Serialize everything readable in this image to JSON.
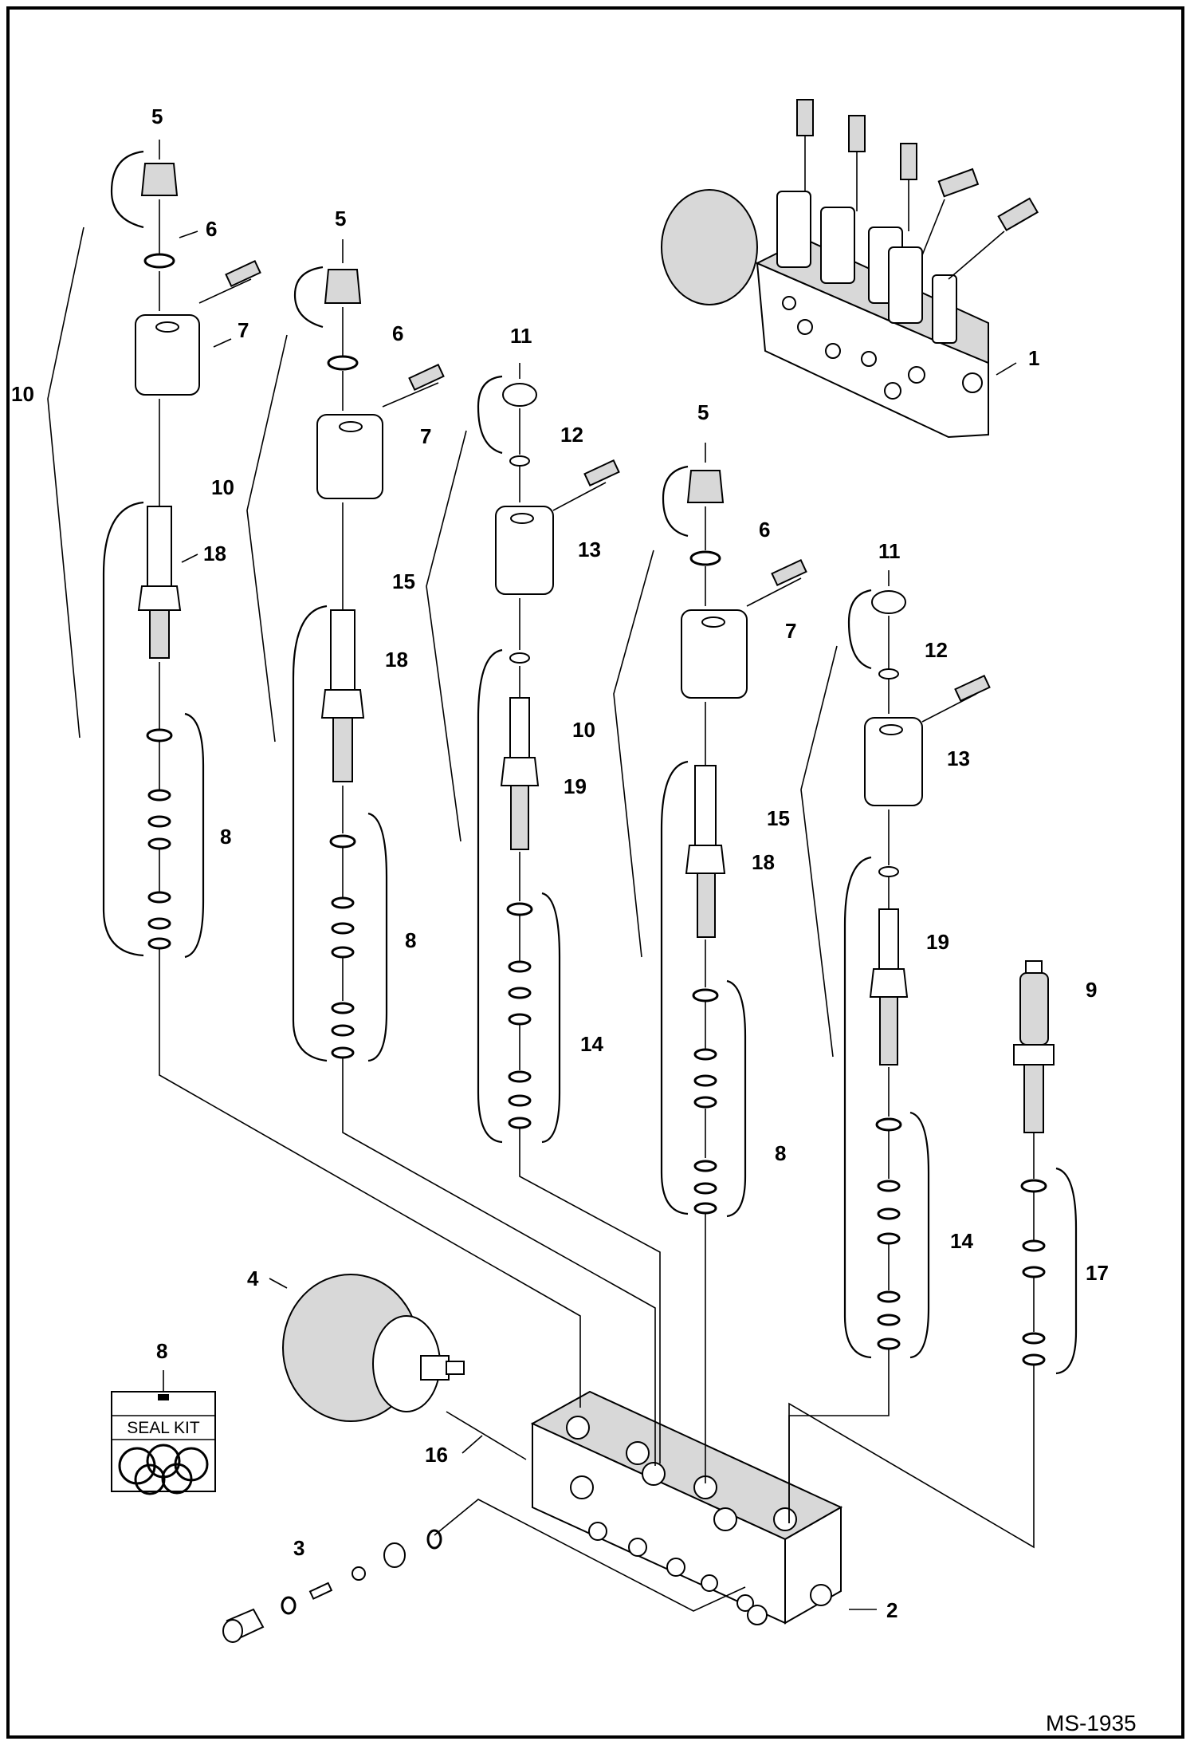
{
  "diagram_code": "MS-1935",
  "seal_kit_label": "SEAL KIT",
  "callouts": {
    "c1": "1",
    "c2": "2",
    "c3": "3",
    "c4": "4",
    "c5a": "5",
    "c5b": "5",
    "c5c": "5",
    "c6a": "6",
    "c6b": "6",
    "c6c": "6",
    "c7a": "7",
    "c7b": "7",
    "c7c": "7",
    "c8a": "8",
    "c8b": "8",
    "c8c": "8",
    "c8kit": "8",
    "c9": "9",
    "c10a": "10",
    "c10b": "10",
    "c10c": "10",
    "c11a": "11",
    "c11b": "11",
    "c12a": "12",
    "c12b": "12",
    "c13a": "13",
    "c13b": "13",
    "c14a": "14",
    "c14b": "14",
    "c15a": "15",
    "c15b": "15",
    "c16": "16",
    "c17": "17",
    "c18a": "18",
    "c18b": "18",
    "c18c": "18",
    "c19a": "19",
    "c19b": "19"
  }
}
